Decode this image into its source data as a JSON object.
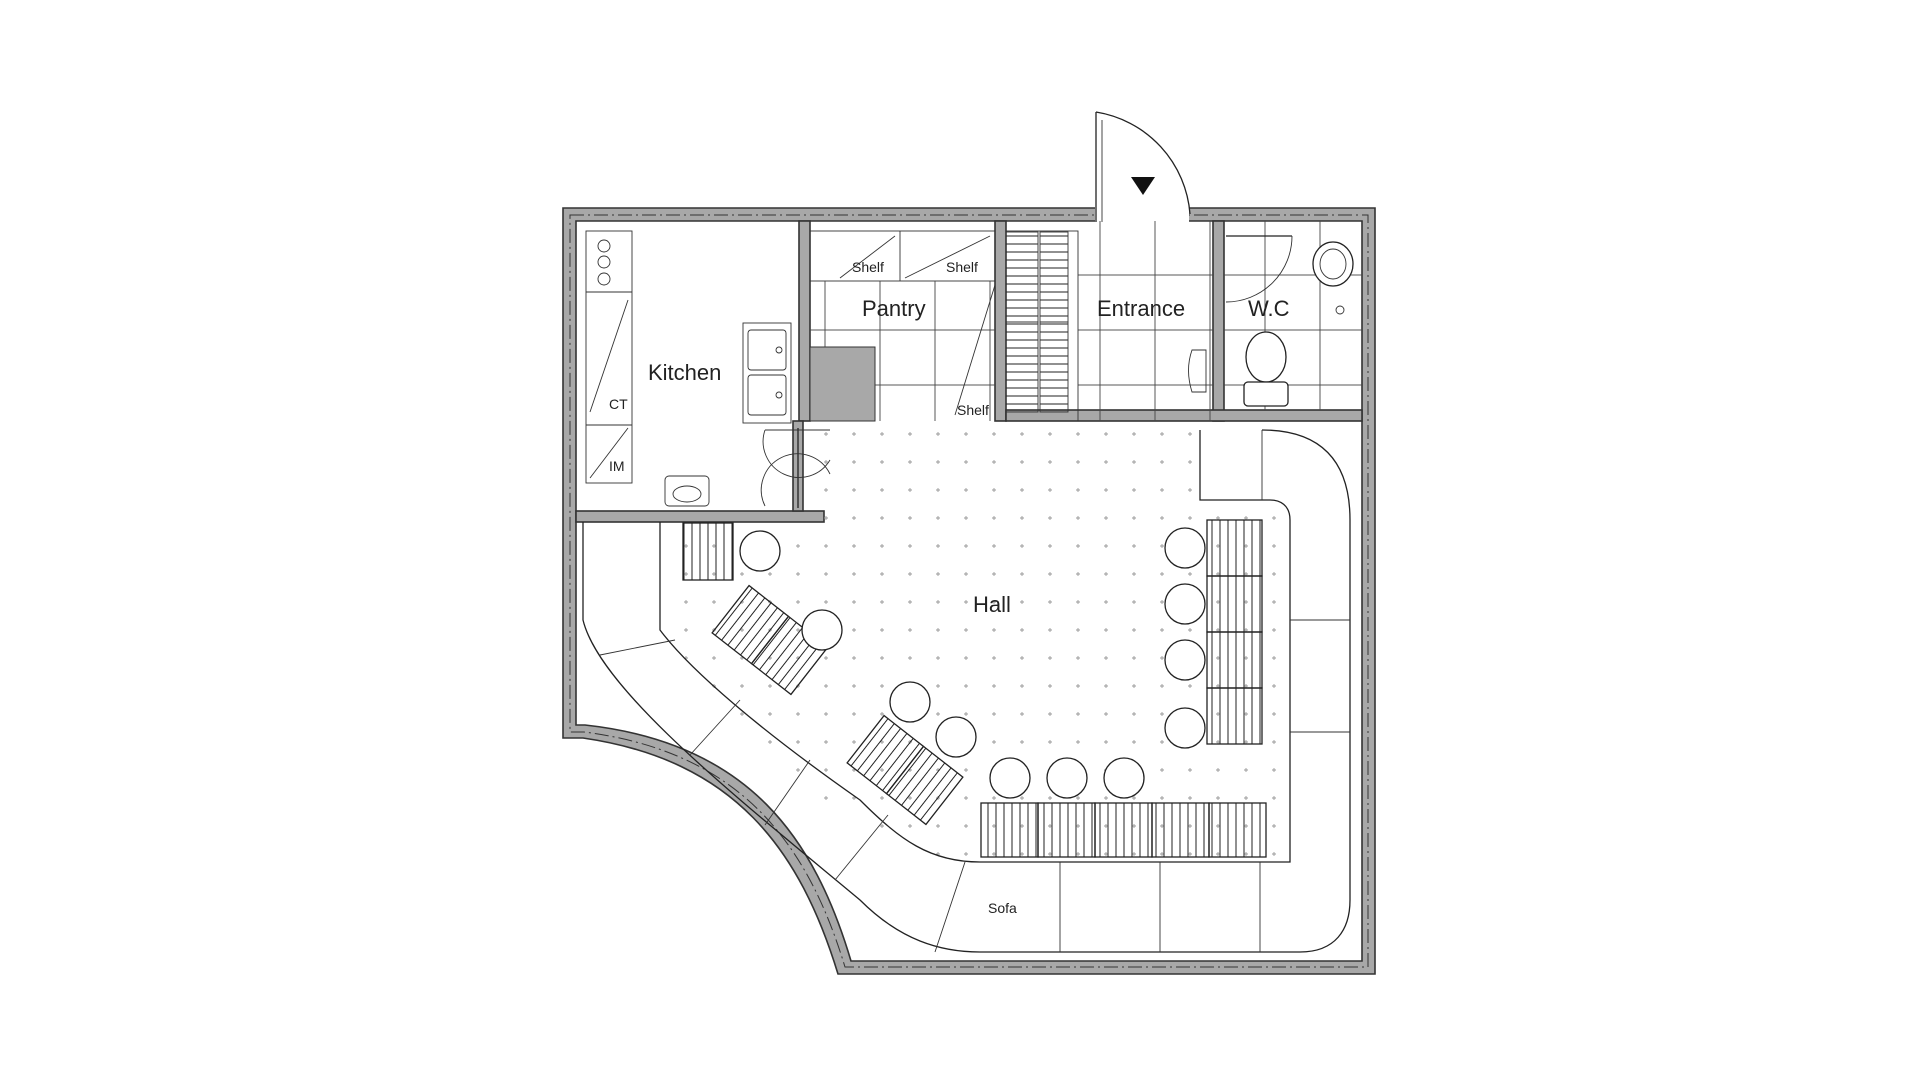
{
  "rooms": {
    "kitchen": "Kitchen",
    "pantry": "Pantry",
    "entrance": "Entrance",
    "wc": "W.C",
    "hall": "Hall"
  },
  "labels": {
    "shelf_1": "Shelf",
    "shelf_2": "Shelf",
    "shelf_3": "Shelf",
    "ct": "CT",
    "im": "IM",
    "sofa": "Sofa"
  }
}
